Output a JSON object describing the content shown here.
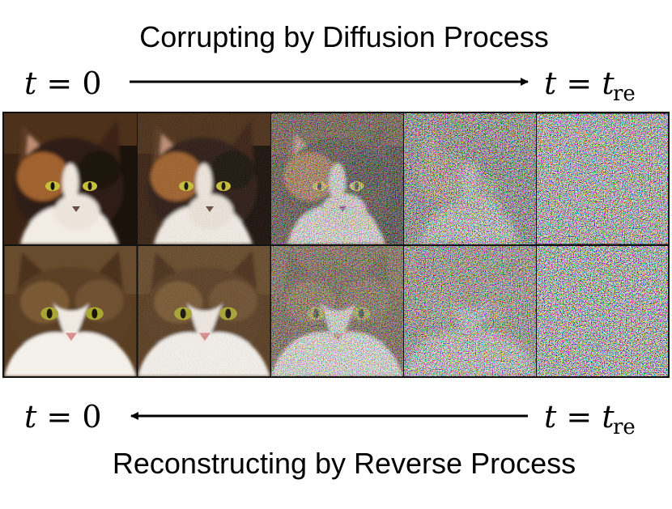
{
  "top": {
    "title": "Corrupting by Diffusion Process",
    "left_label": {
      "var": "t",
      "eq": "=",
      "value": "0"
    },
    "right_label": {
      "var": "t",
      "eq": "=",
      "value": "t",
      "sub": "re"
    }
  },
  "bottom": {
    "title": "Reconstructing by Reverse Process",
    "left_label": {
      "var": "t",
      "eq": "=",
      "value": "0"
    },
    "right_label": {
      "var": "t",
      "eq": "=",
      "value": "t",
      "sub": "re"
    }
  },
  "grid": {
    "rows": 2,
    "columns": 5,
    "noise_levels": [
      0,
      0.05,
      0.5,
      0.85,
      1.0
    ],
    "row_subjects": [
      "calico-cat",
      "tabby-white-cat"
    ]
  },
  "colors": {
    "arrow": "#000000",
    "border": "#111111"
  }
}
